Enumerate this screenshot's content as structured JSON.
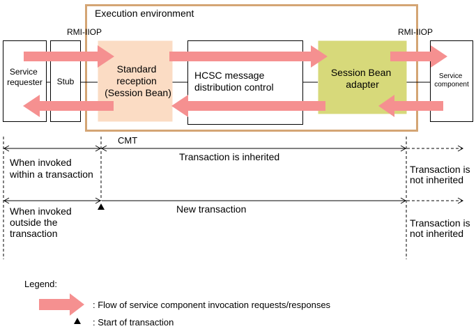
{
  "env": {
    "title": "Execution environment"
  },
  "protocol": {
    "left": "RMI-IIOP",
    "right": "RMI-IIOP"
  },
  "components": {
    "service_requester": [
      "Service",
      "requester"
    ],
    "stub": "Stub",
    "standard_reception": [
      "Standard",
      "reception",
      "(Session Bean)"
    ],
    "hcsc": [
      "HCSC message",
      "distribution control"
    ],
    "session_bean_adapter": [
      "Session Bean",
      "adapter"
    ],
    "service_component": [
      "Service",
      "component"
    ]
  },
  "timeline": {
    "cmt": "CMT",
    "row1": {
      "left": [
        "When invoked",
        "within a transaction"
      ],
      "middle": "Transaction is inherited",
      "right": [
        "Transaction is",
        "not inherited"
      ]
    },
    "row2": {
      "left": [
        "When invoked",
        "outside the",
        "transaction"
      ],
      "middle": "New transaction",
      "right": [
        "Transaction is",
        "not inherited"
      ]
    }
  },
  "legend": {
    "title": "Legend:",
    "arrow_text": ": Flow of service component invocation requests/responses",
    "triangle_text": ": Start of transaction"
  },
  "colors": {
    "env_border": "#d4a574",
    "arrow": "#f59090",
    "reception_fill": "#fbdcc4",
    "adapter_fill": "#d7d97a"
  }
}
